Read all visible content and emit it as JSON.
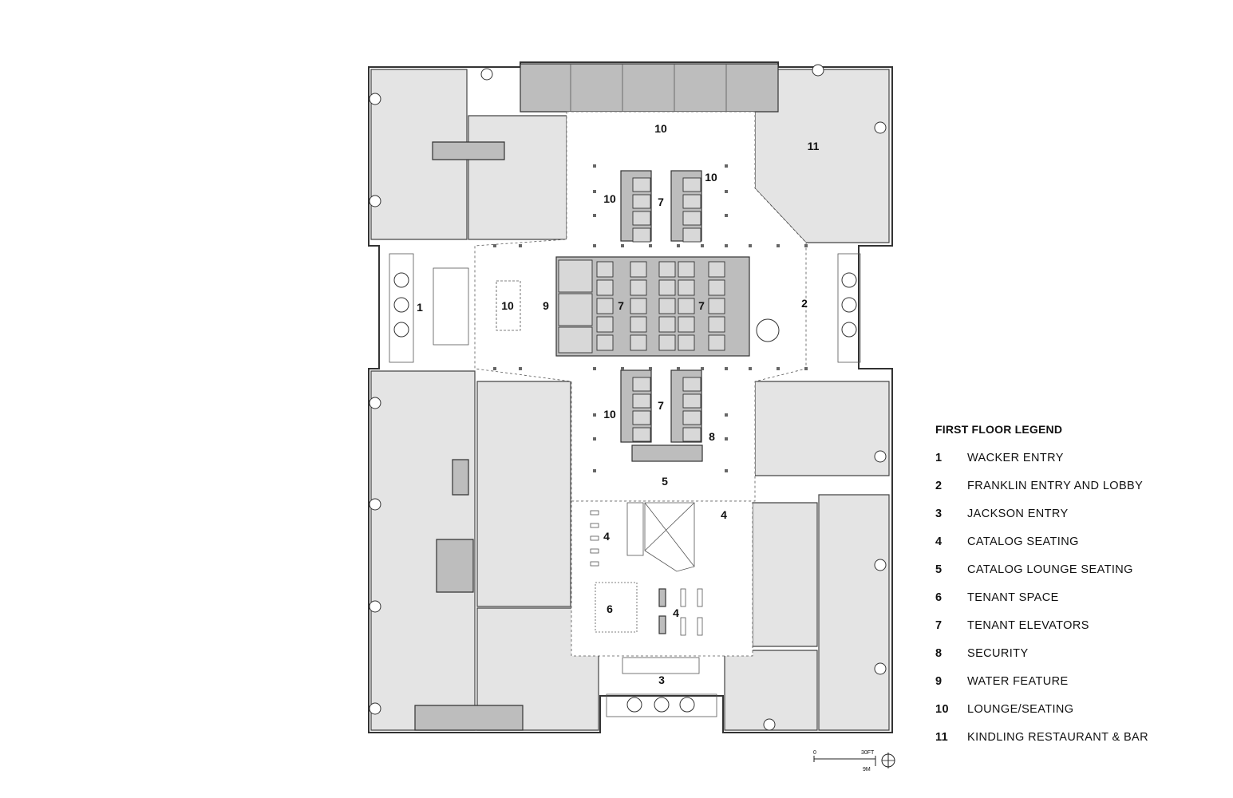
{
  "legend": {
    "title": "FIRST FLOOR LEGEND",
    "items": [
      {
        "number": "1",
        "label": "WACKER ENTRY"
      },
      {
        "number": "2",
        "label": "FRANKLIN ENTRY AND LOBBY"
      },
      {
        "number": "3",
        "label": "JACKSON ENTRY"
      },
      {
        "number": "4",
        "label": "CATALOG SEATING"
      },
      {
        "number": "5",
        "label": "CATALOG LOUNGE SEATING"
      },
      {
        "number": "6",
        "label": "TENANT SPACE"
      },
      {
        "number": "7",
        "label": "TENANT ELEVATORS"
      },
      {
        "number": "8",
        "label": "SECURITY"
      },
      {
        "number": "9",
        "label": "WATER FEATURE"
      },
      {
        "number": "10",
        "label": "LOUNGE/SEATING"
      },
      {
        "number": "11",
        "label": "KINDLING RESTAURANT & BAR"
      }
    ]
  },
  "plan_labels": {
    "l1": "1",
    "l2": "2",
    "l3": "3",
    "l4a": "4",
    "l4b": "4",
    "l4c": "4",
    "l5": "5",
    "l6": "6",
    "l7a": "7",
    "l7b": "7",
    "l7c": "7",
    "l7d": "7",
    "l8": "8",
    "l9": "9",
    "l10a": "10",
    "l10b": "10",
    "l10c": "10",
    "l10d": "10",
    "l10e": "10",
    "l11": "11"
  },
  "scale_bar": {
    "zero": "0",
    "feet": "30FT",
    "meters": "9M"
  },
  "colors": {
    "tenant_fill": "#e4e4e4",
    "core_fill": "#bdbdbd",
    "lobby_fill": "#ffffff"
  }
}
